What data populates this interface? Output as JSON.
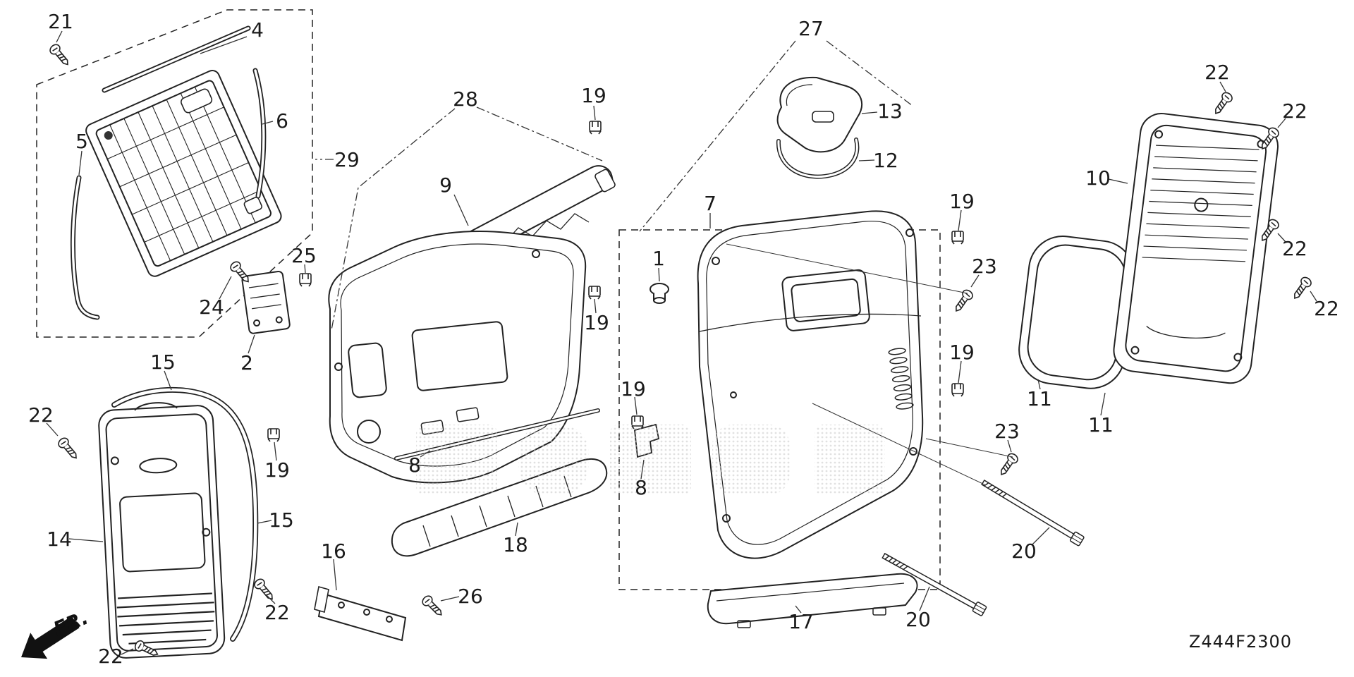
{
  "diagram": {
    "code": "Z444F2300",
    "direction": "FR.",
    "colors": {
      "ink": "#1a1a1a",
      "background": "#ffffff",
      "watermark": "#c8c8c8"
    },
    "callouts": [
      {
        "label": "21"
      },
      {
        "label": "4"
      },
      {
        "label": "6"
      },
      {
        "label": "5"
      },
      {
        "label": "28"
      },
      {
        "label": "29"
      },
      {
        "label": "9"
      },
      {
        "label": "19"
      },
      {
        "label": "27"
      },
      {
        "label": "13"
      },
      {
        "label": "12"
      },
      {
        "label": "22"
      },
      {
        "label": "22"
      },
      {
        "label": "10"
      },
      {
        "label": "22"
      },
      {
        "label": "22"
      },
      {
        "label": "7"
      },
      {
        "label": "1"
      },
      {
        "label": "19"
      },
      {
        "label": "23"
      },
      {
        "label": "19"
      },
      {
        "label": "23"
      },
      {
        "label": "11"
      },
      {
        "label": "11"
      },
      {
        "label": "25"
      },
      {
        "label": "24"
      },
      {
        "label": "2"
      },
      {
        "label": "19"
      },
      {
        "label": "15"
      },
      {
        "label": "22"
      },
      {
        "label": "19"
      },
      {
        "label": "8"
      },
      {
        "label": "19"
      },
      {
        "label": "8"
      },
      {
        "label": "14"
      },
      {
        "label": "15"
      },
      {
        "label": "18"
      },
      {
        "label": "16"
      },
      {
        "label": "26"
      },
      {
        "label": "22"
      },
      {
        "label": "22"
      },
      {
        "label": "17"
      },
      {
        "label": "20"
      },
      {
        "label": "20"
      }
    ]
  }
}
